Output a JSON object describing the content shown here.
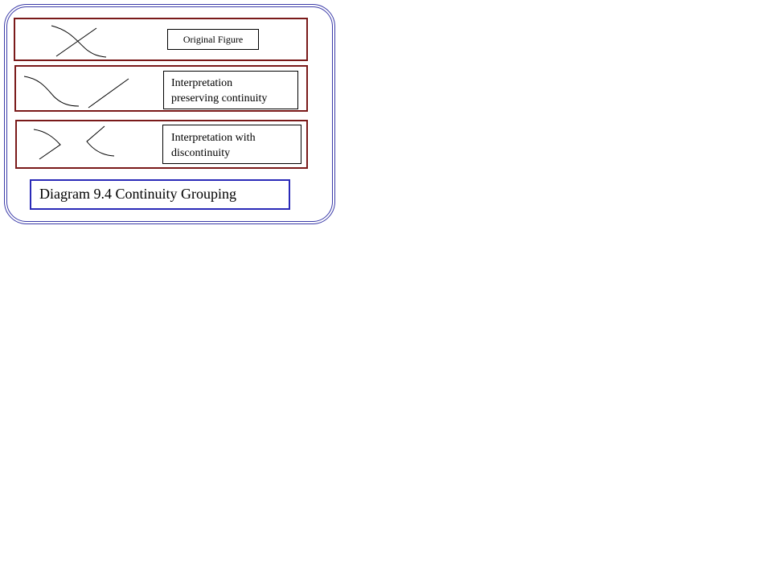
{
  "diagram": {
    "panels": [
      {
        "id": "original",
        "label_lines": [
          "Original Figure"
        ]
      },
      {
        "id": "continuity",
        "label_lines": [
          "Interpretation",
          "preserving continuity"
        ]
      },
      {
        "id": "discontinuity",
        "label_lines": [
          "Interpretation with",
          "discontinuity"
        ]
      }
    ],
    "caption": "Diagram 9.4 Continuity Grouping",
    "colors": {
      "frame": "#3a3aa8",
      "panel_border": "#7a1a1a",
      "caption_border": "#2a2ab8",
      "stroke": "#000000"
    }
  }
}
